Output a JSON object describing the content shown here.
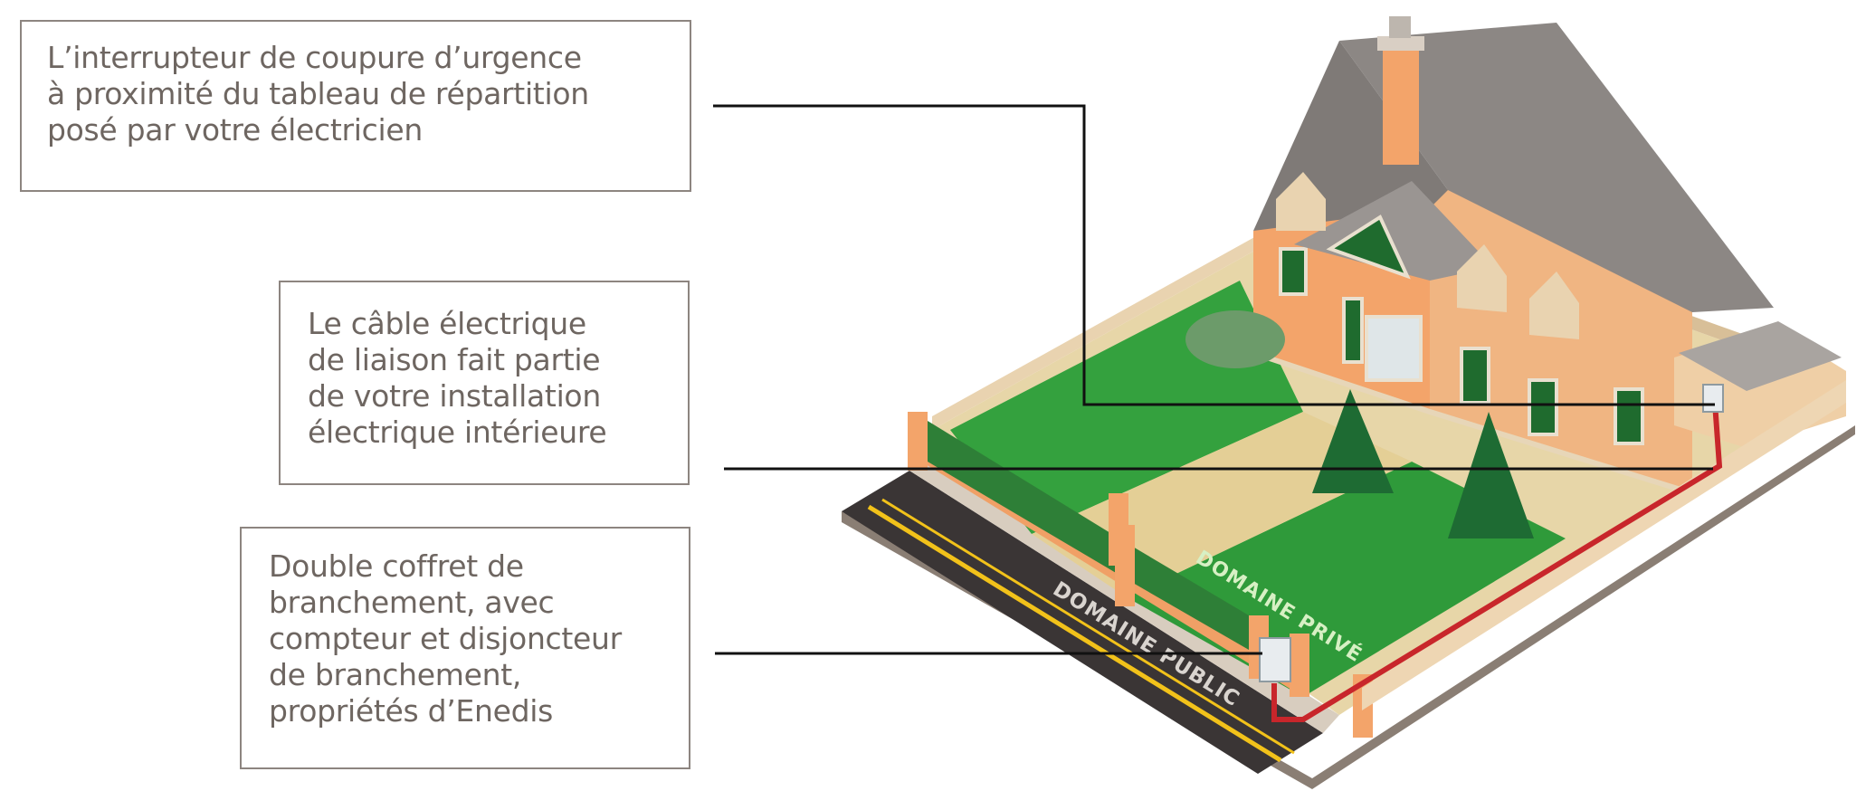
{
  "callouts": [
    {
      "lines": [
        "L’interrupteur de coupure d’urgence",
        "à proximité du tableau de répartition",
        "posé par votre électricien"
      ]
    },
    {
      "lines": [
        "Le câble électrique",
        "de liaison fait partie",
        "de votre installation",
        "électrique intérieure"
      ]
    },
    {
      "lines": [
        "Double coffret de",
        "branchement, avec",
        "compteur et disjoncteur",
        "de branchement,",
        "propriétés d’Enedis"
      ]
    }
  ],
  "labels": {
    "public": "DOMAINE PUBLIC",
    "private": "DOMAINE PRIVÉ"
  },
  "colors": {
    "grass": "#2f9a3a",
    "wall": "#f3a46a",
    "roof": "#8c8784",
    "road": "#3a3535",
    "cable": "#c8262b",
    "callout_text": "#6e6661",
    "callout_border": "#8d8580"
  }
}
